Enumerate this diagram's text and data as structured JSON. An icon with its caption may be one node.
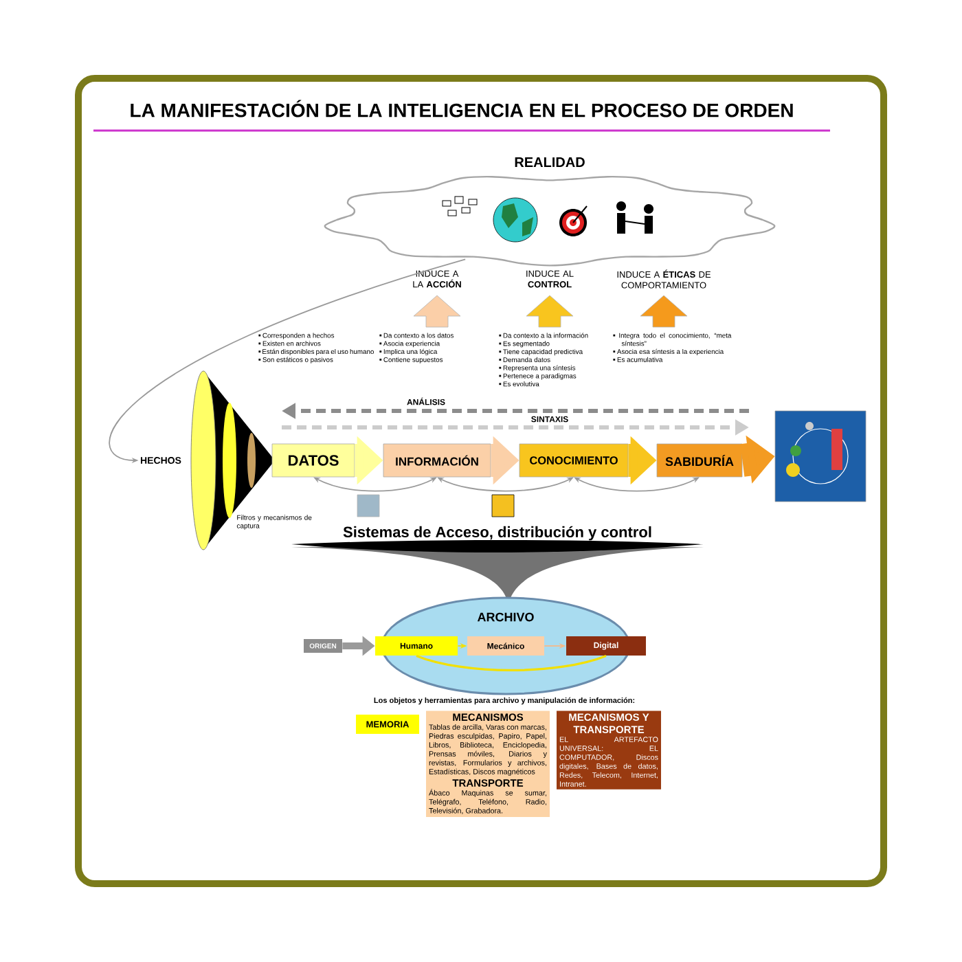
{
  "diagram": {
    "title": "LA MANIFESTACIÓN DE LA INTELIGENCIA EN EL PROCESO DE ORDEN",
    "nodes": [
      {
        "text": [
          "REALIDAD"
        ]
      },
      {
        "text": [
          "HECHOS"
        ]
      },
      {
        "text": [
          "DATOS"
        ]
      },
      {
        "text": [
          "INFORMACIÓN"
        ]
      },
      {
        "text": [
          "CONOCIMIENTO"
        ]
      },
      {
        "text": [
          "SABIDURÍA"
        ]
      },
      {
        "text": [],
        "shape": "picture"
      },
      {
        "text": [
          "ARCHIVO"
        ]
      },
      {
        "text": [
          "ORIGEN"
        ]
      },
      {
        "text": [
          "Humano"
        ],
        "in": 7
      },
      {
        "text": [
          "Mecánico"
        ],
        "in": 7
      },
      {
        "text": [
          "Digital"
        ]
      },
      {
        "text": [
          "MEMORIA"
        ]
      },
      {
        "text": [
          "MECANISMOS",
          "Tablas de arcilla, Varas con marcas, Piedras esculpidas, Papiro, Papel, Libros, Biblioteca, Enciclopedia, Prensas móviles, Diarios y revistas, Formularios y archivos, Estadísticas, Discos magnéticos",
          "TRANSPORTE",
          "Ábaco Maquinas se sumar, Telégrafo, Teléfono, Radio, Televisión, Grabadora."
        ]
      },
      {
        "text": [
          "MECANISMOS Y TRANSPORTE",
          "EL ARTEFACTO UNIVERSAL: EL COMPUTADOR, Discos digitales, Bases de datos, Redes, Telecom, Internet, Intranet."
        ]
      }
    ],
    "edges": [
      {
        "from": 0,
        "to": 1,
        "arrow": "to"
      },
      {
        "from": 2,
        "to": 3,
        "arrow": "both"
      },
      {
        "from": 3,
        "to": 4,
        "arrow": "both"
      },
      {
        "from": 4,
        "to": 5,
        "arrow": "both"
      },
      {
        "from": 8,
        "to": 9,
        "arrow": "to",
        "style": "thick"
      },
      {
        "from": 9,
        "to": 10,
        "arrow": "to",
        "color": "#f2e000"
      },
      {
        "from": 10,
        "to": 11,
        "arrow": "to",
        "color": "#f4b98a"
      },
      {
        "from": 9,
        "to": 11,
        "arrow": "none",
        "color": "#f2e000"
      },
      {
        "from": 2,
        "to": 3,
        "arrow": "to",
        "style": "thick",
        "color": "#ffff9c"
      },
      {
        "from": 3,
        "to": 4,
        "arrow": "to",
        "style": "thick",
        "color": "#fbd0a8"
      },
      {
        "from": 4,
        "to": 5,
        "arrow": "to",
        "style": "thick",
        "color": "#f8c51e"
      },
      {
        "from": 5,
        "to": 6,
        "arrow": "to",
        "style": "thick",
        "color": "#f39b22"
      }
    ],
    "labels": [
      "INDUCE A LA **ACCIÓN**",
      "INDUCE AL **CONTROL**",
      "INDUCE A **ÉTICAS** DE COMPORTAMIENTO",
      "Corresponden a hechos",
      "Existen en archivos",
      "Están disponibles para el uso humano",
      "Son estáticos o pasivos",
      "Da contexto a los datos",
      "Asocia experiencia",
      "Implica una lógica",
      "Contiene supuestos",
      "Da contexto a la información",
      "Es segmentado",
      "Tiene capacidad predictiva",
      "Demanda datos",
      "Representa una síntesis",
      "Pertenece a paradigmas",
      "Es evolutiva",
      "Integra todo el conocimiento, “meta síntesis”",
      "Asocia esa síntesis a la experiencia",
      "Es acumulativa",
      "ANÁLISIS",
      "SINTAXIS",
      "Filtros y mecanismos de captura",
      "Sistemas de Acceso, distribución y control",
      "Los objetos y herramientas para archivo y manipulación de información:"
    ]
  }
}
